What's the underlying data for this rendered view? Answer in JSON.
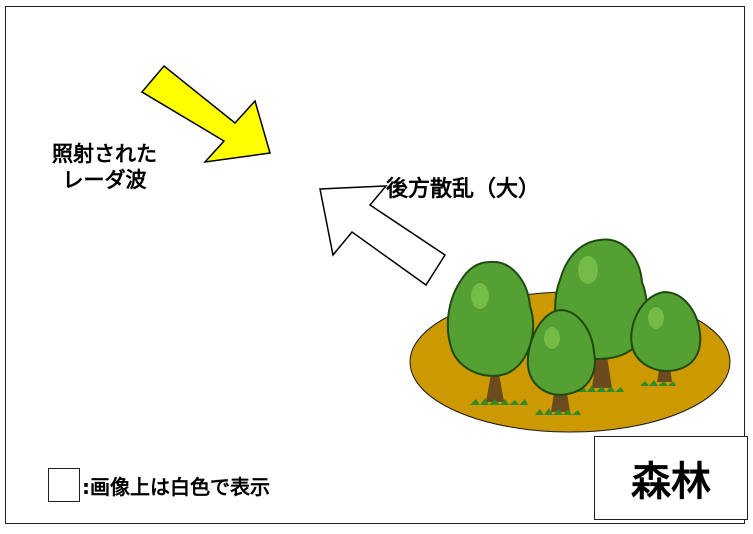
{
  "diagram": {
    "incident_label_line1": "照射された",
    "incident_label_line2": "レーダ波",
    "backscatter_label": "後方散乱（大）",
    "legend_text": ":画像上は白色で表示",
    "forest_label": "森林"
  },
  "colors": {
    "incident_arrow": "#ffff00",
    "ground": "#cc9900",
    "tree_foliage": "#55a033",
    "tree_trunk": "#6b4a1e"
  },
  "icons": [
    "incident-arrow",
    "backscatter-arrow",
    "forest-illustration"
  ]
}
